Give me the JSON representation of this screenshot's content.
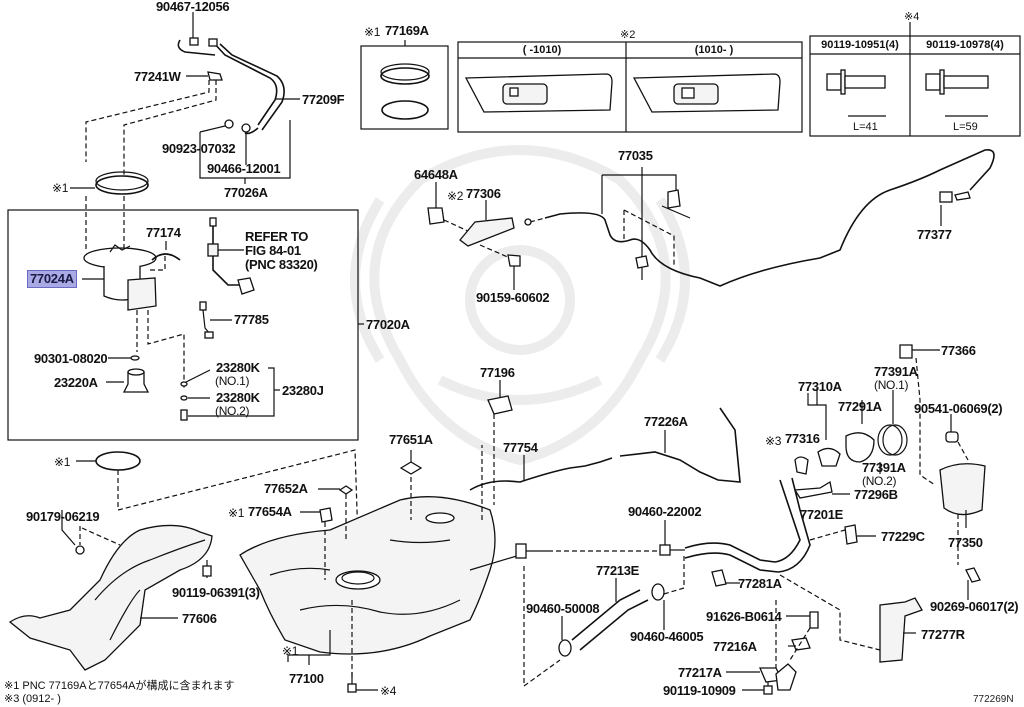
{
  "diagram": {
    "title": "Fuel tank & tube parts diagram",
    "figure_code": "772269N",
    "highlight_color": "#a9a9e6",
    "watermark": "samurai-helmet-logo"
  },
  "labels": {
    "p90467_12056": "90467-12056",
    "p77241W": "77241W",
    "p77209F": "77209F",
    "p90923_07032": "90923-07032",
    "p90466_12001": "90466-12001",
    "p77026A": "77026A",
    "ref1_ring": "※1",
    "p77174": "77174",
    "refer_to": "REFER TO",
    "refer_fig": "FIG 84-01",
    "refer_pnc": "(PNC 83320)",
    "p77024A": "77024A",
    "p77785": "77785",
    "p77020A": "77020A",
    "p90301_08020": "90301-08020",
    "p23220A": "23220A",
    "p23280K_1": "23280K",
    "no1": "(NO.1)",
    "p23280K_2": "23280K",
    "no2": "(NO.2)",
    "p23280J": "23280J",
    "p77169A_mark": "※1",
    "p77169A": "77169A",
    "p64648A": "64648A",
    "p77306_mark": "※2",
    "p77306": "77306",
    "p90159_60602": "90159-60602",
    "p77035": "77035",
    "p77377": "77377",
    "p77366": "77366",
    "p77391A_1": "77391A",
    "p77391A_1_no": "(NO.1)",
    "p77310A": "77310A",
    "p77291A": "77291A",
    "p90541_06069": "90541-06069(2)",
    "p77316_mark": "※3",
    "p77316": "77316",
    "p77391A_2": "77391A",
    "p77391A_2_no": "(NO.2)",
    "p77296B": "77296B",
    "p77201E": "77201E",
    "p77229C": "77229C",
    "p77350": "77350",
    "p90269_06017": "90269-06017(2)",
    "p77277R": "77277R",
    "p77196": "77196",
    "p77226A": "77226A",
    "p77754": "77754",
    "p77651A": "77651A",
    "p90460_22002": "90460-22002",
    "p77213E": "77213E",
    "p77281A": "77281A",
    "p90460_50008": "90460-50008",
    "p90460_46005": "90460-46005",
    "p91626_B0614": "91626-B0614",
    "p77216A": "77216A",
    "p77217A": "77217A",
    "p90119_10909": "90119-10909",
    "ref1_gasket": "※1",
    "p90179_06219": "90179-06219",
    "p77652A": "77652A",
    "p77654A_mark": "※1",
    "p77654A": "77654A",
    "p90119_06391": "90119-06391(3)",
    "p77606": "77606",
    "p77100_mark": "※1",
    "p77100": "77100",
    "ref4_bolt": "※4"
  },
  "inset_door": {
    "mark": "※2",
    "columns": [
      "(      -1010)",
      "(1010-      )"
    ]
  },
  "inset_bolts": {
    "mark": "※4",
    "columns": [
      {
        "part": "90119-10951(4)",
        "length": "L=41"
      },
      {
        "part": "90119-10978(4)",
        "length": "L=59"
      }
    ]
  },
  "footnotes": {
    "note1": "※1 PNC 77169Aと77654Aが構成に含まれます",
    "note3": "※3 (0912-        )"
  }
}
